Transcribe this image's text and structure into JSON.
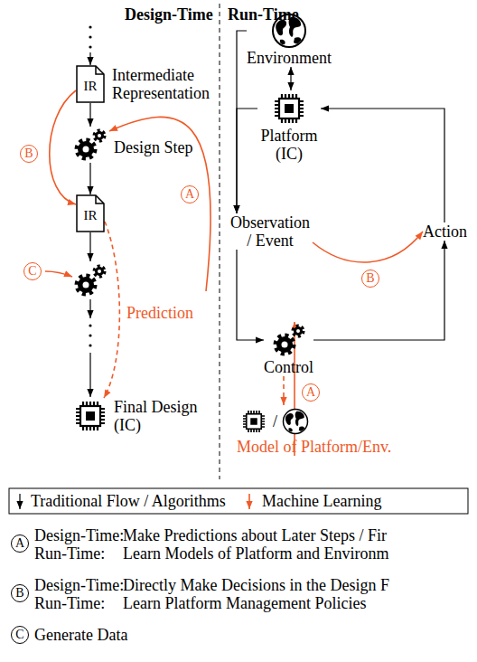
{
  "diagram": {
    "nodes": [
      {
        "text": [
          "IR",
          "Intermediate Representation"
        ]
      },
      {
        "text": [
          "Design Step"
        ]
      },
      {
        "text": [
          "IR"
        ]
      },
      {
        "text": [
          "Final Design (IC)"
        ]
      },
      {
        "text": [
          "Environment"
        ]
      },
      {
        "text": [
          "Platform (IC)"
        ]
      },
      {
        "text": [
          "Observation / Event"
        ]
      },
      {
        "text": [
          "Action"
        ]
      },
      {
        "text": [
          "Control"
        ]
      },
      {
        "text": [
          "Model of Platform/Env."
        ]
      }
    ],
    "edges": [
      {
        "from": 0,
        "to": 1,
        "arrow": "to"
      },
      {
        "from": 1,
        "to": 2,
        "arrow": "to"
      },
      {
        "from": 0,
        "to": 2,
        "arrow": "to",
        "label": "B"
      },
      {
        "from": 2,
        "to": 3,
        "arrow": "to",
        "label": "Prediction"
      },
      {
        "from": 4,
        "to": 5,
        "arrow": "both"
      },
      {
        "from": 4,
        "to": 6,
        "arrow": "to"
      },
      {
        "from": 5,
        "to": 6,
        "arrow": "to"
      },
      {
        "from": 6,
        "to": 7,
        "arrow": "to",
        "label": "B"
      },
      {
        "from": 6,
        "to": 8,
        "arrow": "to"
      },
      {
        "from": 8,
        "to": 7,
        "arrow": "to"
      },
      {
        "from": 7,
        "to": 5,
        "arrow": "to"
      },
      {
        "from": 8,
        "to": 9,
        "arrow": "to"
      },
      {
        "from": 9,
        "to": 8,
        "arrow": "to",
        "label": "A"
      }
    ],
    "labels": [
      "Design-Time",
      "Run-Time",
      "C",
      "A",
      "/",
      "A",
      "Design-Time:",
      "Make Predictions about Later Steps / Fir",
      "Run-Time:",
      "Learn Models of Platform and Environm",
      "B",
      "Design-Time:",
      "Directly Make Decisions in the Design F",
      "Run-Time:",
      "Learn Platform Management Policies",
      "C",
      "Generate Data"
    ],
    "legend": [
      {
        "text": "Traditional Flow / Algorithms"
      },
      {
        "text": "Machine Learning"
      }
    ]
  }
}
